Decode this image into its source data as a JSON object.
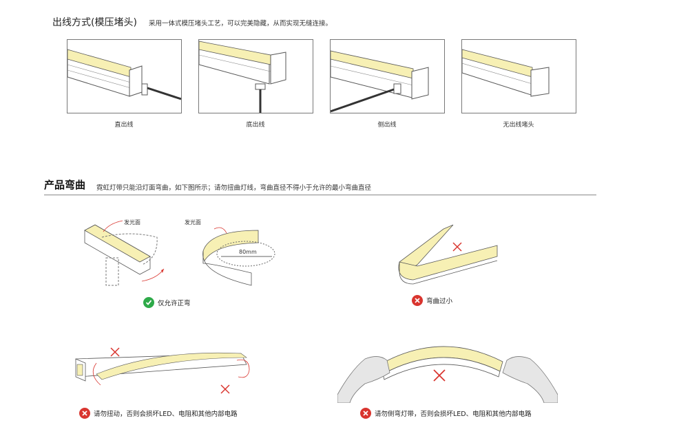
{
  "section1": {
    "title": "出线方式(模压堵头)",
    "desc": "采用一体式模压堵头工艺，可以完美隐藏，从而实现无缝连接。",
    "panels": [
      {
        "caption": "直出线"
      },
      {
        "caption": "底出线"
      },
      {
        "caption": "侧出线"
      },
      {
        "caption": "无出线堵头"
      }
    ]
  },
  "section2": {
    "title": "产品弯曲",
    "desc": "霓虹灯带只能沿灯面弯曲，如下图所示；请勿扭曲灯线，弯曲直径不得小于允许的最小弯曲直径",
    "label_face1": "发光面",
    "label_face2": "发光面",
    "diameter": "80mm",
    "ok_label": "仅允许正弯",
    "bad_small_label": "弯曲过小",
    "bad_twist_label": "请勿扭动，否则会损坏LED、电阻和其他内部电路",
    "bad_side_label": "请勿侧弯灯带，否则会损坏LED、电阻和其他内部电路"
  },
  "colors": {
    "led": "#F7F0B4",
    "ok": "#2EAA49",
    "bad": "#D9352F",
    "line": "#555555"
  }
}
